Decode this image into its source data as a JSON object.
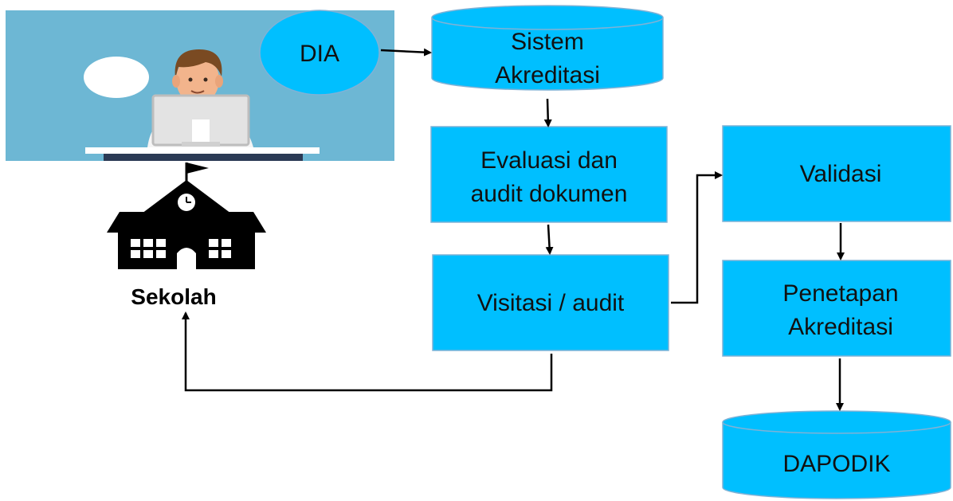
{
  "colors": {
    "box_fill": "#00BFFF",
    "box_stroke": "#7FB2D6",
    "scene_background": "#6DB7D4",
    "arrow": "#000000",
    "text": "#111111"
  },
  "nodes": {
    "dia": {
      "label": "DIA",
      "shape": "ellipse"
    },
    "sistem_akreditasi": {
      "line1": "Sistem",
      "line2": "Akreditasi",
      "shape": "cylinder"
    },
    "evaluasi": {
      "line1": "Evaluasi dan",
      "line2": "audit dokumen",
      "shape": "rectangle"
    },
    "visitasi": {
      "label": "Visitasi / audit",
      "shape": "rectangle"
    },
    "validasi": {
      "label": "Validasi",
      "shape": "rectangle"
    },
    "penetapan": {
      "line1": "Penetapan",
      "line2": "Akreditasi",
      "shape": "rectangle"
    },
    "dapodik": {
      "label": "DAPODIK",
      "shape": "cylinder"
    }
  },
  "school": {
    "label": "Sekolah",
    "icon": "school-building-icon"
  },
  "illustration": {
    "icon": "person-at-computer-illustration"
  },
  "edges": [
    {
      "from": "dia",
      "to": "sistem_akreditasi"
    },
    {
      "from": "sistem_akreditasi",
      "to": "evaluasi"
    },
    {
      "from": "evaluasi",
      "to": "visitasi"
    },
    {
      "from": "visitasi",
      "to": "validasi"
    },
    {
      "from": "visitasi",
      "to": "school"
    },
    {
      "from": "validasi",
      "to": "penetapan"
    },
    {
      "from": "penetapan",
      "to": "dapodik"
    }
  ]
}
